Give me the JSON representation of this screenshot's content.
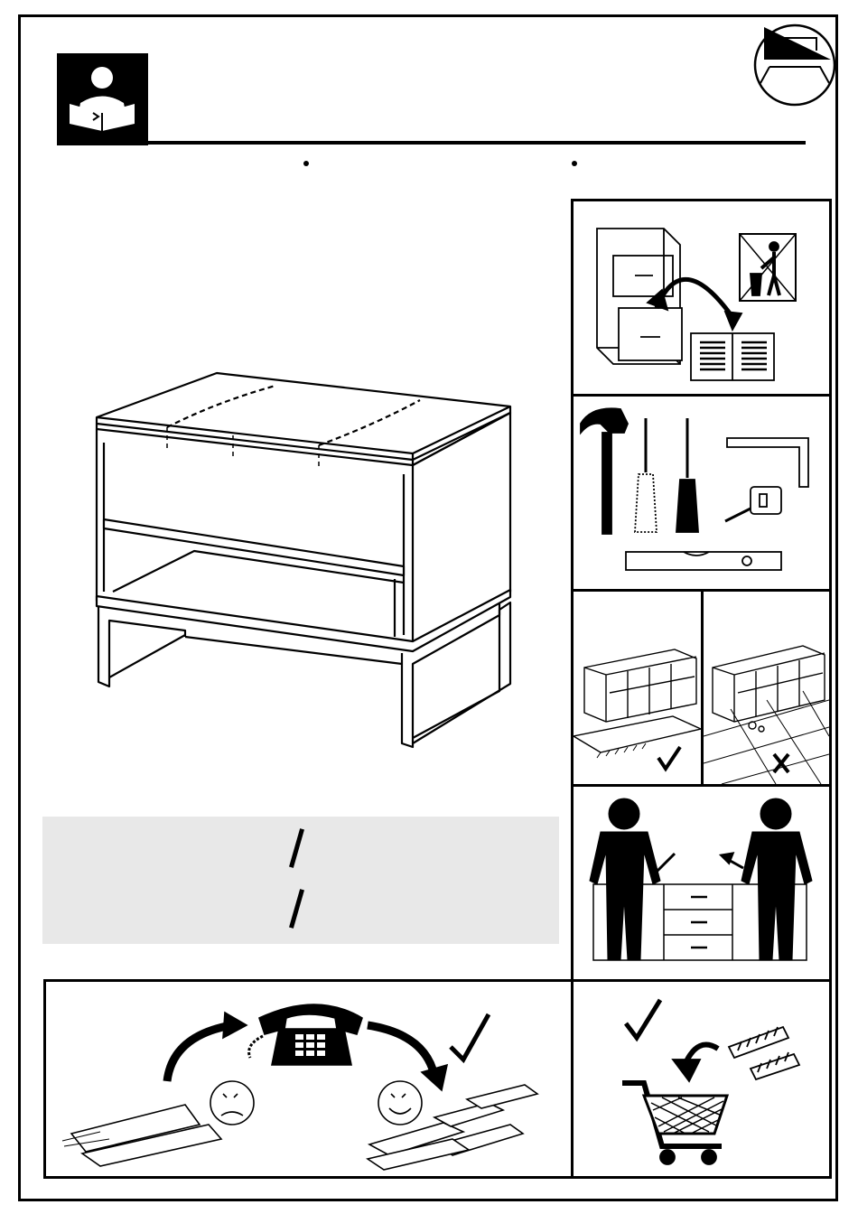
{
  "header": {
    "icon": "person-reading-icon",
    "corner_icon": "furniture-tip-icon",
    "separator_dots": 2
  },
  "illustration": {
    "subject": "nightstand-drawing",
    "icon": "bedside-table-icon"
  },
  "notice_box": {
    "background_color": "#e8e8e8",
    "slash_count": 2
  },
  "info_panels": [
    {
      "id": "keep-instructions",
      "icon": "keep-manual-icon"
    },
    {
      "id": "tools-needed",
      "icons": [
        "hammer-icon",
        "flat-screwdriver-icon",
        "phillips-screwdriver-icon",
        "square-ruler-icon",
        "tape-measure-icon",
        "spirit-level-icon"
      ]
    },
    {
      "id": "assemble-on-soft-surface",
      "marks": [
        "check-icon"
      ]
    },
    {
      "id": "avoid-hard-floor",
      "marks": [
        "cross-icon"
      ]
    },
    {
      "id": "two-person-assembly",
      "icon": "two-people-icon"
    },
    {
      "id": "missing-parts-call",
      "icons": [
        "telephone-icon",
        "sad-face-icon",
        "happy-face-icon",
        "check-icon"
      ]
    },
    {
      "id": "wall-fixings-not-included",
      "icons": [
        "shopping-cart-icon",
        "wall-plug-icon",
        "check-icon"
      ]
    }
  ]
}
